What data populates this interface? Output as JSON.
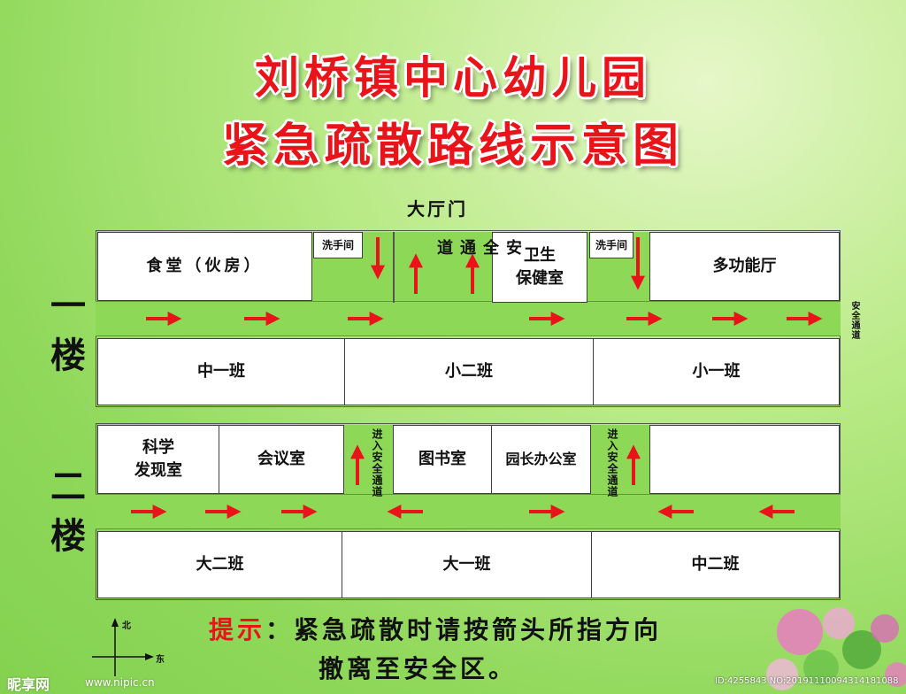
{
  "title": {
    "line1": "刘桥镇中心幼儿园",
    "line2": "紧急疏散路线示意图"
  },
  "top_label": "大厅门",
  "floor1": {
    "name": "一\n楼",
    "rooms_top": {
      "canteen": "食堂（伙房）",
      "washroom_left": "洗手间",
      "health_room": "卫生\n保健室",
      "washroom_right": "洗手间",
      "multi_hall": "多功能厅"
    },
    "safe_channel": "安\n全\n通\n道",
    "side_exit": "安全通道",
    "rooms_bottom": [
      "中一班",
      "小二班",
      "小一班"
    ],
    "corridor_arrows": [
      "right",
      "right",
      "right",
      "right",
      "right",
      "right",
      "right"
    ]
  },
  "floor2": {
    "name": "二\n楼",
    "rooms_top": {
      "science": "科学\n发现室",
      "meeting": "会议室",
      "library": "图书室",
      "principal": "园长办公室",
      "blank": ""
    },
    "entry_left": "进入安全通道",
    "entry_right": "进入安全通道",
    "rooms_bottom": [
      "大二班",
      "大一班",
      "中二班"
    ],
    "corridor_arrows": [
      "right",
      "right",
      "right",
      "left",
      "right",
      "left",
      "left"
    ]
  },
  "compass": {
    "north": "北",
    "east": "东"
  },
  "tip": {
    "label": "提示",
    "colon": "：",
    "line1": "紧急疏散时请按箭头所指方向",
    "line2": "撤离至安全区。"
  },
  "watermarks": {
    "logo": "昵享网",
    "url": "www.nipic.cn",
    "id": "ID:4255843 NO:20191110094314181088"
  },
  "colors": {
    "title_red": "#e8141a",
    "arrow_red": "#e8141a",
    "corridor_green": "#8dd857"
  }
}
